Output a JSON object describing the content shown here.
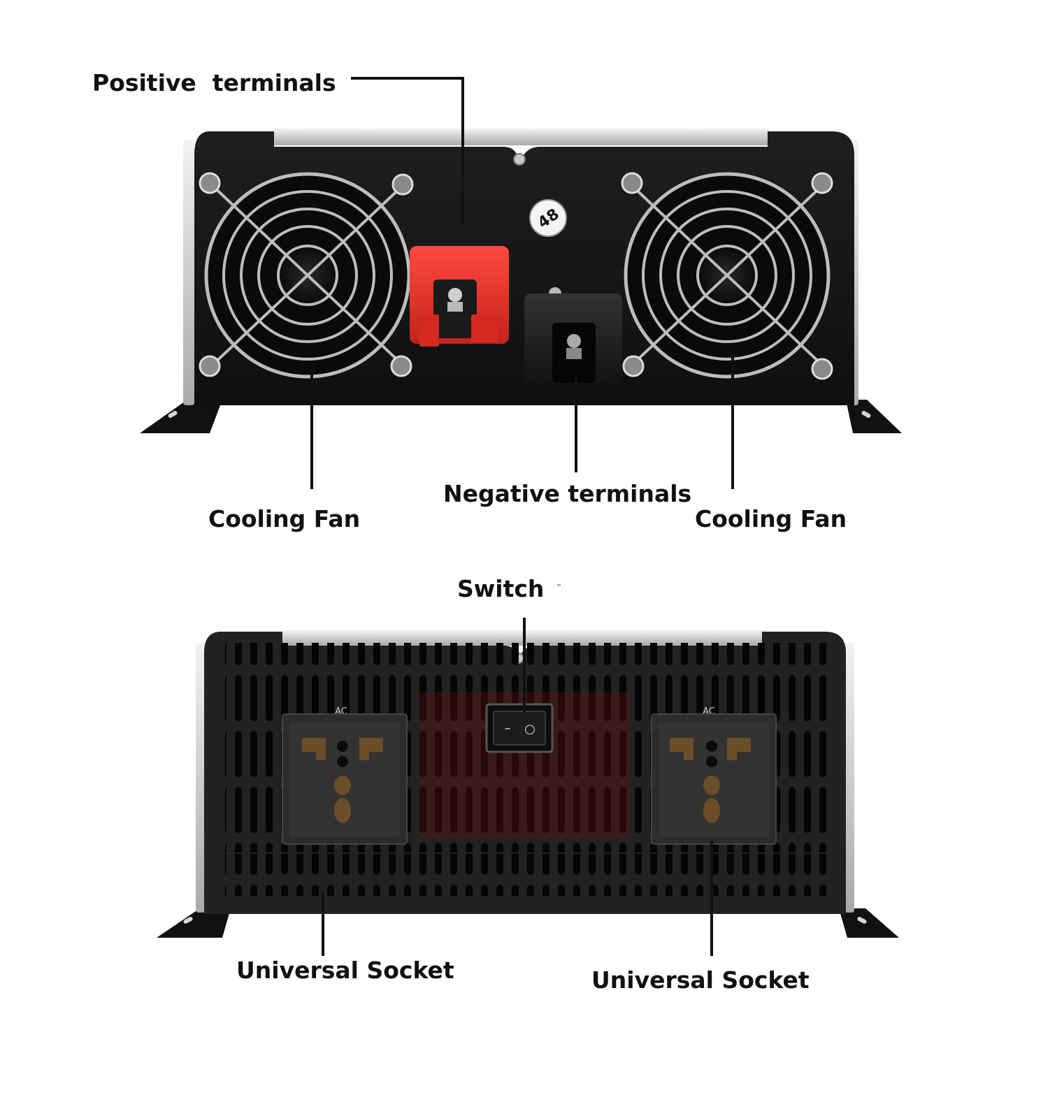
{
  "labels": {
    "positive_terminals": "Positive  terminals",
    "cooling_fan_left": "Cooling Fan",
    "negative_terminals": "Negative terminals",
    "cooling_fan_right": "Cooling Fan",
    "switch": "Switch",
    "switch_tick": "-",
    "universal_socket_left": "Universal Socket",
    "universal_socket_right": "Universal Socket"
  },
  "device": {
    "voltage_badge": "48",
    "socket_left_tag": "AC",
    "socket_right_tag": "AC",
    "switch_off_symbol": "–",
    "switch_on_symbol": "○"
  },
  "colors": {
    "positive_terminal": "#e8332c",
    "negative_terminal": "#1c1c1c",
    "panel": "#141414",
    "chassis_silver": "#d8d8d8"
  },
  "icons": [
    "fan-grille-icon",
    "universal-socket-icon",
    "rocker-switch-icon"
  ]
}
